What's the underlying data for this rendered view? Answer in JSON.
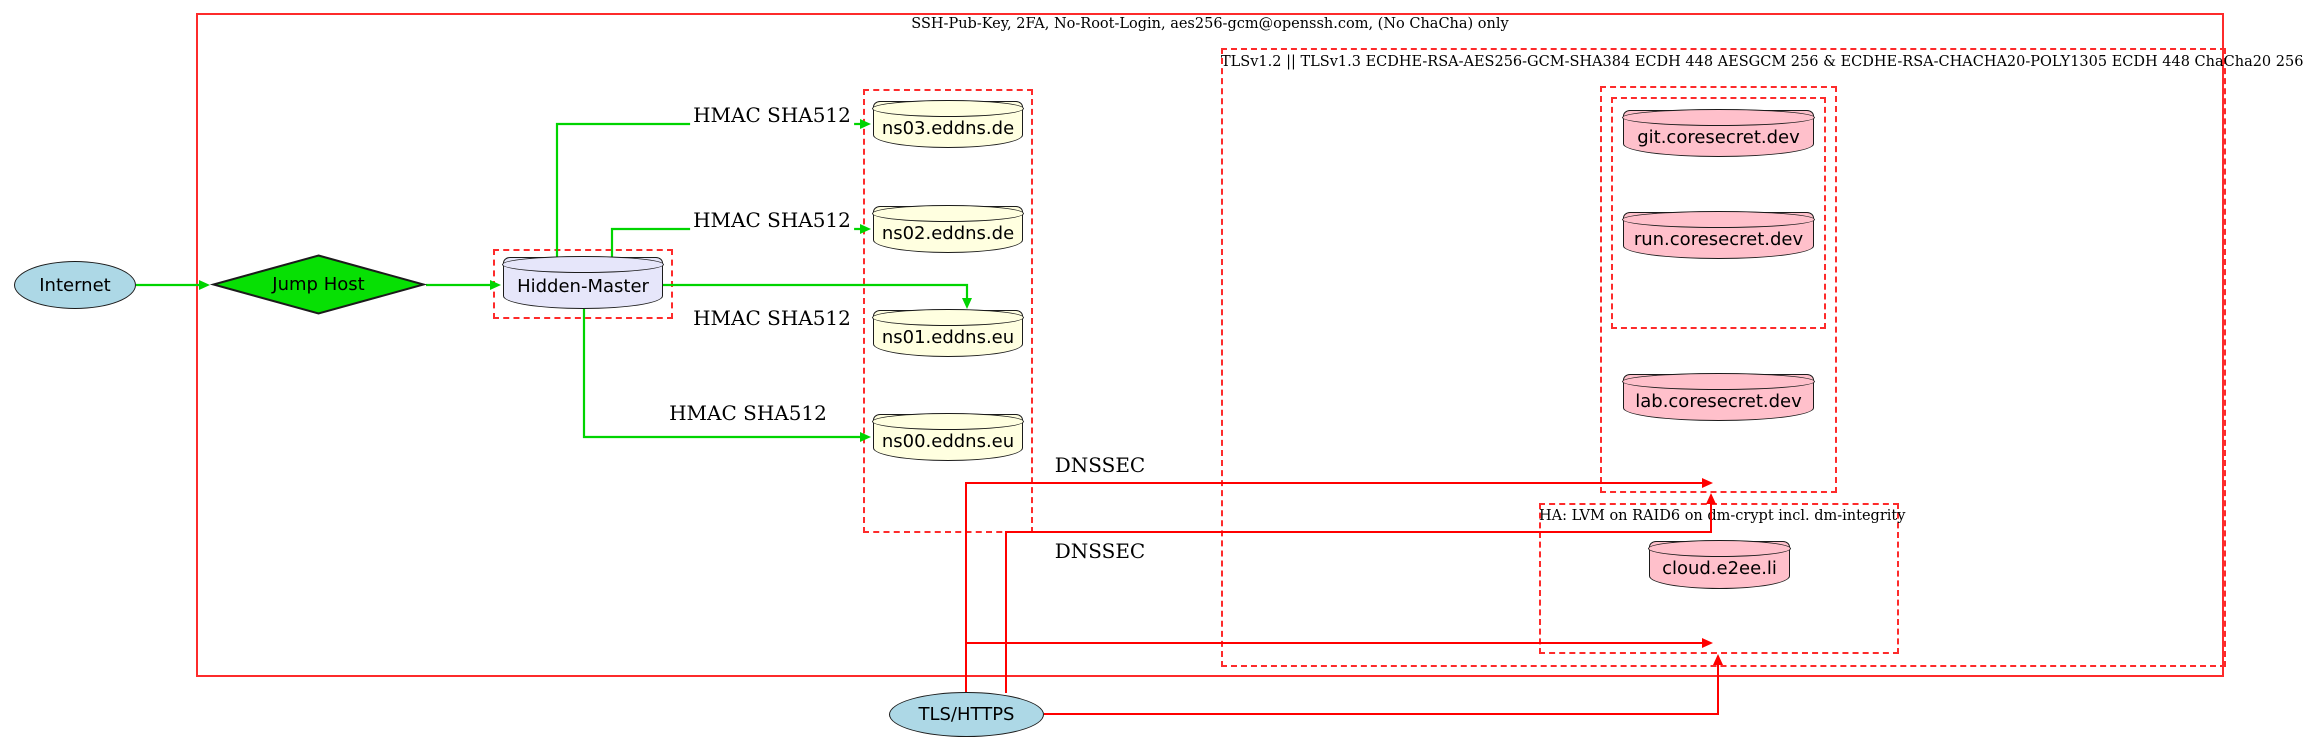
{
  "clusters": {
    "ssh": {
      "title": "SSH-Pub-Key, 2FA, No-Root-Login, aes256-gcm@openssh.com, (No ChaCha) only"
    },
    "tls": {
      "title": "TLSv1.2 || TLSv1.3 ECDHE-RSA-AES256-GCM-SHA384 ECDH 448 AESGCM 256 & ECDHE-RSA-CHACHA20-POLY1305 ECDH 448 ChaCha20 256"
    },
    "ha": {
      "title": "HA: LVM on RAID6 on dm-crypt incl. dm-integrity"
    }
  },
  "nodes": {
    "internet": {
      "label": "Internet",
      "shape": "ellipse",
      "fill": "#add8e6"
    },
    "jump_host": {
      "label": "Jump Host",
      "shape": "diamond",
      "fill": "#07e004"
    },
    "hidden_master": {
      "label": "Hidden-Master",
      "shape": "cylinder",
      "fill": "#e6e6fa"
    },
    "ns03": {
      "label": "ns03.eddns.de",
      "shape": "cylinder",
      "fill": "#ffffe0"
    },
    "ns02": {
      "label": "ns02.eddns.de",
      "shape": "cylinder",
      "fill": "#ffffe0"
    },
    "ns01": {
      "label": "ns01.eddns.eu",
      "shape": "cylinder",
      "fill": "#ffffe0"
    },
    "ns00": {
      "label": "ns00.eddns.eu",
      "shape": "cylinder",
      "fill": "#ffffe0"
    },
    "git": {
      "label": "git.coresecret.dev",
      "shape": "cylinder",
      "fill": "#ffc0cb"
    },
    "run": {
      "label": "run.coresecret.dev",
      "shape": "cylinder",
      "fill": "#ffc0cb"
    },
    "lab": {
      "label": "lab.coresecret.dev",
      "shape": "cylinder",
      "fill": "#ffc0cb"
    },
    "cloud": {
      "label": "cloud.e2ee.li",
      "shape": "cylinder",
      "fill": "#ffc0cb"
    },
    "tls_https": {
      "label": "TLS/HTTPS",
      "shape": "ellipse",
      "fill": "#add8e6"
    }
  },
  "edge_labels": {
    "hmac_ns03": "HMAC SHA512",
    "hmac_ns02": "HMAC SHA512",
    "hmac_ns01": "HMAC SHA512",
    "hmac_ns00": "HMAC SHA512",
    "dnssec_top": "DNSSEC",
    "dnssec_bottom": "DNSSEC"
  },
  "colors": {
    "edge_green": "#00d400",
    "edge_red": "#ff0000",
    "box_red": "#fd2b2b",
    "node_blue": "#add8e6",
    "node_lavender": "#e6e6fa",
    "node_yellow": "#ffffe0",
    "node_pink": "#ffc0cb",
    "diamond_green": "#07e004"
  }
}
